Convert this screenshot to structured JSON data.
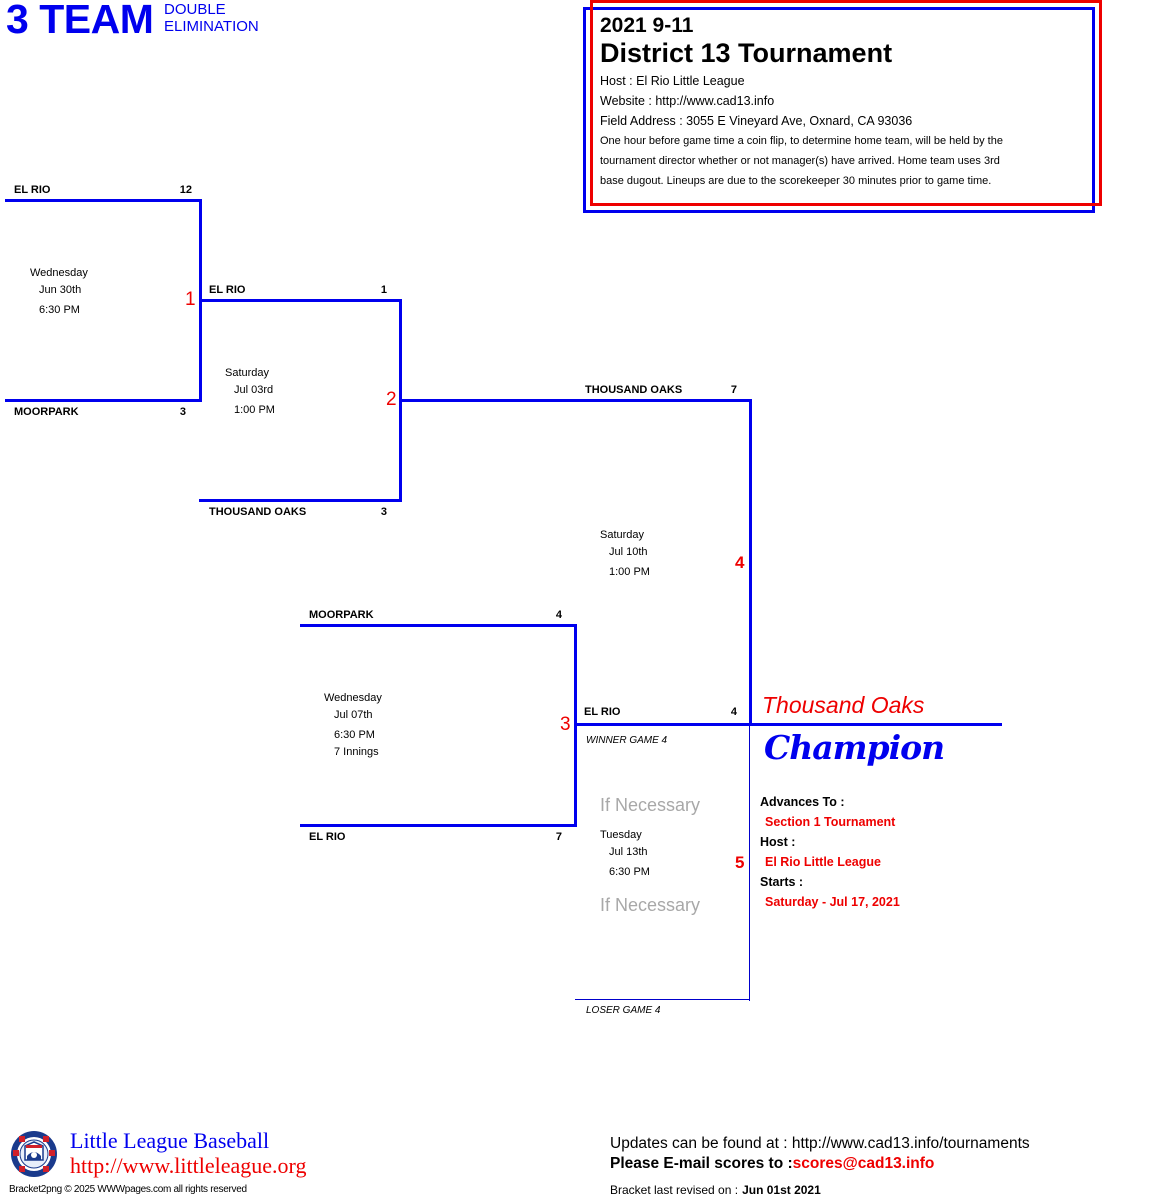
{
  "header": {
    "title": "3 TEAM",
    "subtitle_line1": "DOUBLE",
    "subtitle_line2": "ELIMINATION"
  },
  "info": {
    "year_division": "2021 9-11",
    "tournament_name": "District 13 Tournament",
    "host": "Host : El Rio Little League",
    "website": "Website : http://www.cad13.info",
    "field_address": "Field Address : 3055 E Vineyard Ave, Oxnard, CA 93036",
    "note_line1": "One hour before game time a coin flip, to determine home team, will be held by the",
    "note_line2": "tournament director whether or not manager(s) have arrived. Home team uses 3rd",
    "note_line3": "base dugout. Lineups are due to the scorekeeper 30 minutes prior to game time."
  },
  "games": [
    {
      "number": "1",
      "top_team": "EL RIO",
      "top_score": "12",
      "bottom_team": "MOORPARK",
      "bottom_score": "3",
      "day": "Wednesday",
      "date": "Jun 30th",
      "time": "6:30 PM"
    },
    {
      "number": "2",
      "top_team": "EL RIO",
      "top_score": "1",
      "bottom_team": "THOUSAND OAKS",
      "bottom_score": "3",
      "day": "Saturday",
      "date": "Jul 03rd",
      "time": "1:00 PM"
    },
    {
      "number": "3",
      "top_team": "MOORPARK",
      "top_score": "4",
      "bottom_team": "EL RIO",
      "bottom_score": "7",
      "day": "Wednesday",
      "date": "Jul 07th",
      "time": "6:30 PM",
      "note": "7 Innings"
    },
    {
      "number": "4",
      "top_team": "THOUSAND OAKS",
      "top_score": "7",
      "bottom_team": "EL RIO",
      "bottom_score": "4",
      "day": "Saturday",
      "date": "Jul 10th",
      "time": "1:00 PM"
    },
    {
      "number": "5",
      "top_label": "WINNER GAME 4",
      "bottom_label": "LOSER GAME 4",
      "if_necessary": "If Necessary",
      "day": "Tuesday",
      "date": "Jul 13th",
      "time": "6:30 PM"
    }
  ],
  "champion": {
    "team": "Thousand Oaks",
    "label": "Champion",
    "advances_label": "Advances To :",
    "advances_value": "Section 1 Tournament",
    "host_label": "Host :",
    "host_value": "El Rio Little League",
    "starts_label": "Starts :",
    "starts_value": "Saturday - Jul 17, 2021"
  },
  "footer": {
    "logo_icon": "little-league-logo-icon",
    "league_name": "Little League Baseball",
    "league_url": "http://www.littleleague.org",
    "copyright": "Bracket2png © 2025 WWWpages.com all rights reserved",
    "updates": "Updates can be found at : http://www.cad13.info/tournaments",
    "email_prefix": "Please E-mail scores to :",
    "email": "scores@cad13.info",
    "revised_label": "Bracket last revised on :",
    "revised_date": "Jun 01st 2021"
  },
  "colors": {
    "bracket_line": "#0000ee",
    "game_number": "#ee0000",
    "champion_team": "#ee0000",
    "champion_label": "#0000ee",
    "if_necessary": "#a8a8a8"
  }
}
